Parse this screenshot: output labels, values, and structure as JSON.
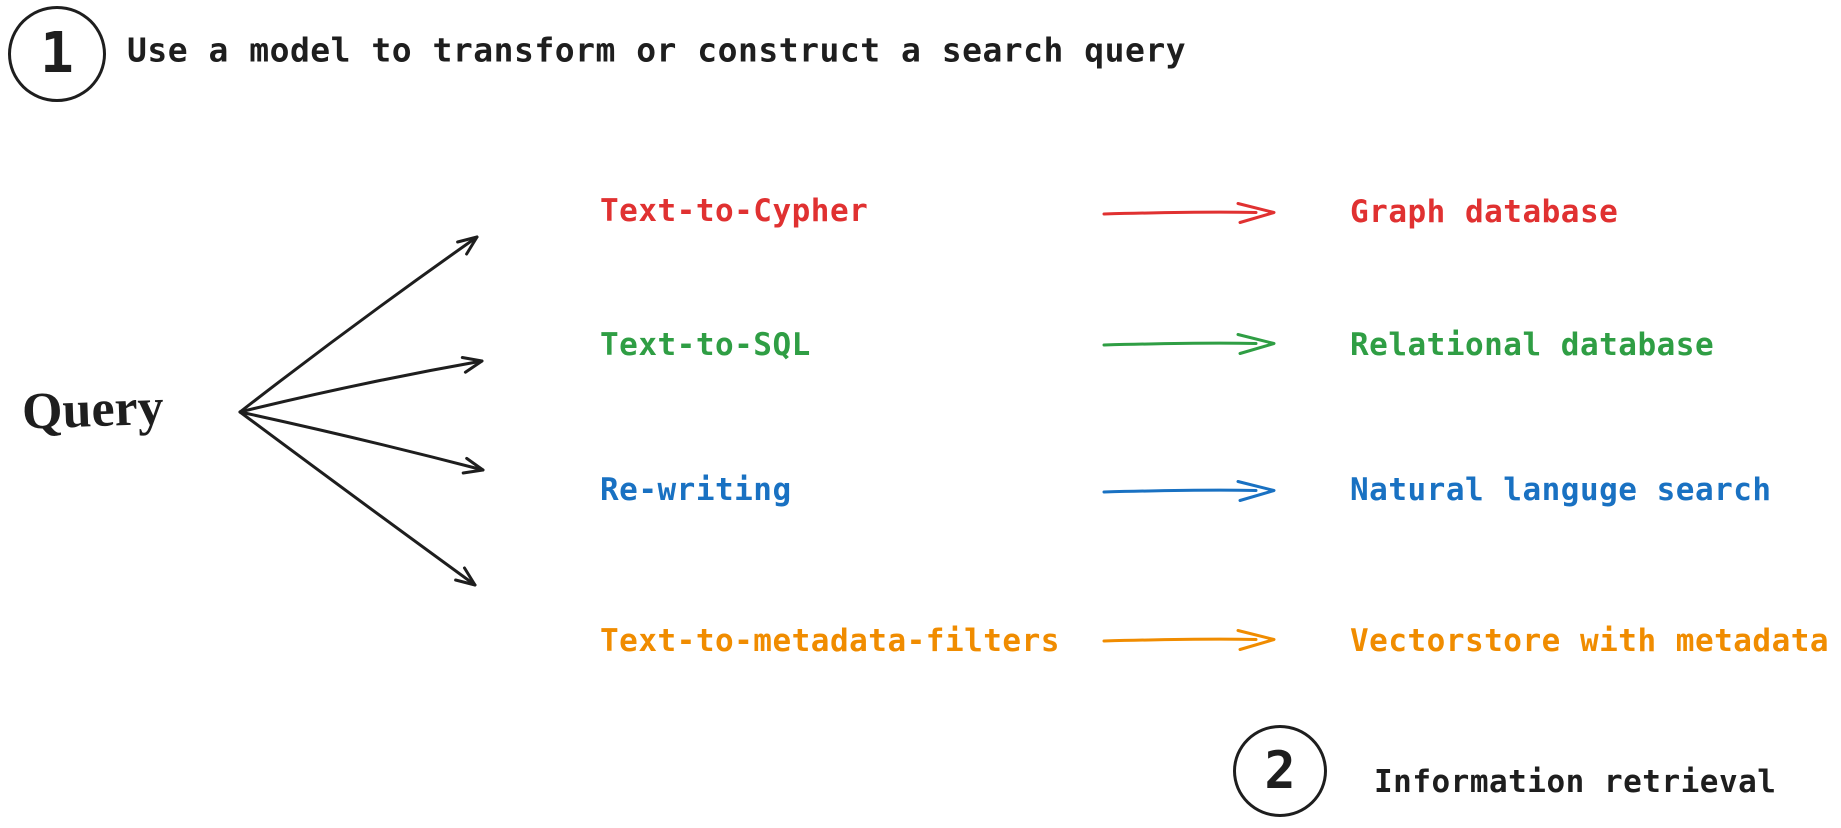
{
  "step1": {
    "number": "1",
    "caption": "Use a model to transform or construct a search query"
  },
  "query": {
    "label": "Query"
  },
  "rows": [
    {
      "method": "Text-to-Cypher",
      "target": "Graph database",
      "color": "#e03131"
    },
    {
      "method": "Text-to-SQL",
      "target": "Relational database",
      "color": "#2f9e44"
    },
    {
      "method": "Re-writing",
      "target": "Natural languge search",
      "color": "#1971c2"
    },
    {
      "method": "Text-to-metadata-filters",
      "target": "Vectorstore with metadata",
      "color": "#f08c00"
    }
  ],
  "step2": {
    "number": "2",
    "caption": "Information retrieval"
  },
  "colors": {
    "ink": "#1e1e1e",
    "background": "#ffffff",
    "red": "#e03131",
    "green": "#2f9e44",
    "blue": "#1971c2",
    "orange": "#f08c00"
  }
}
